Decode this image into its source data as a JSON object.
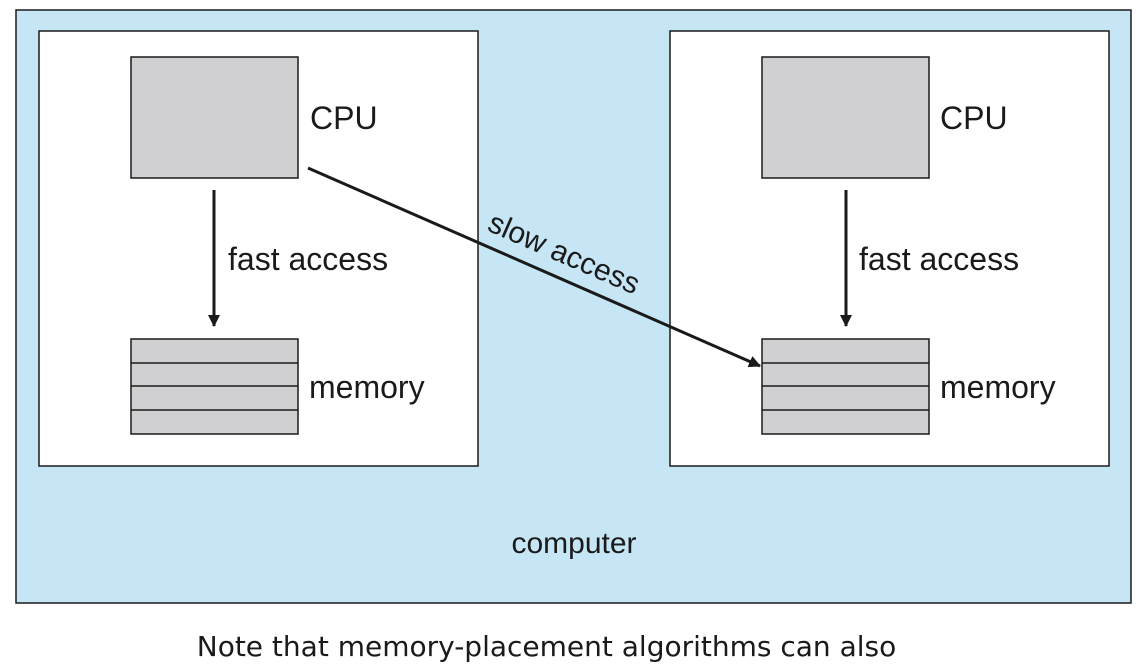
{
  "colors": {
    "background": "#c6e6f6",
    "node_fill": "#ffffff",
    "component_fill": "#d0d0d2",
    "stroke": "#1a1a1a"
  },
  "left_node": {
    "cpu_label": "CPU",
    "memory_label": "memory",
    "access_label": "fast access"
  },
  "right_node": {
    "cpu_label": "CPU",
    "memory_label": "memory",
    "access_label": "fast access"
  },
  "remote_access_label": "slow access",
  "system_label": "computer",
  "caption": "Note that memory-placement algorithms can also"
}
